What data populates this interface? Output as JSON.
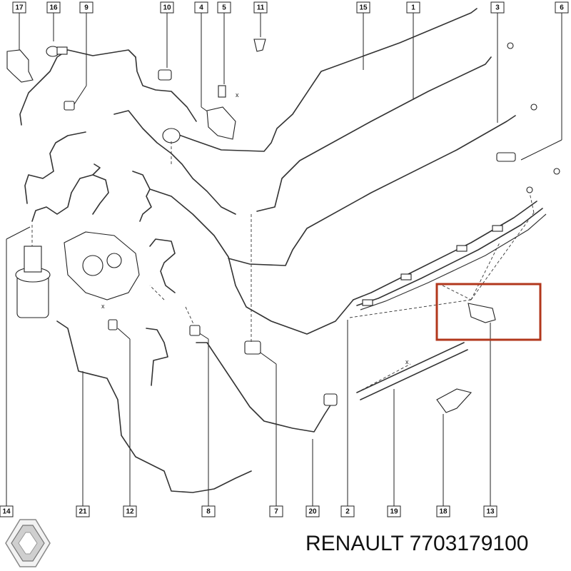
{
  "callouts_top": [
    "17",
    "16",
    "9",
    "10",
    "4",
    "5",
    "11",
    "15",
    "1",
    "3",
    "6"
  ],
  "callouts_bottom": [
    "14",
    "21",
    "12",
    "8",
    "7",
    "20",
    "2",
    "19",
    "18",
    "13"
  ],
  "small_marks": {
    "x": "x"
  },
  "brand": {
    "text": "RENAULT 7703179100",
    "logo": "renault-diamond-logo"
  },
  "colors": {
    "highlight": "#b2371c",
    "line": "#333333"
  }
}
